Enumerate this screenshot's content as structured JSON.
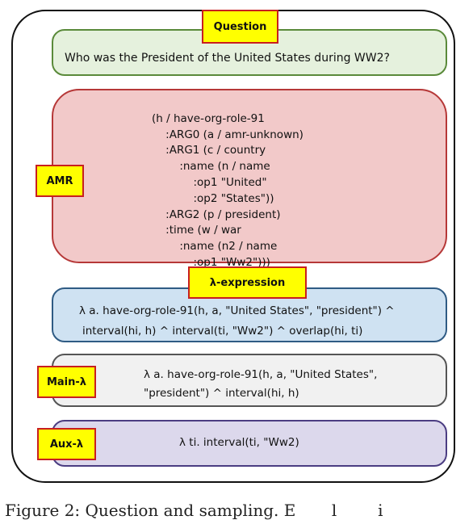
{
  "labels": {
    "question": "Question",
    "amr": "AMR",
    "lambda": "λ-expression",
    "main": "Main-λ",
    "aux": "Aux-λ"
  },
  "question": "Who was the President of the United States during WW2?",
  "amr_lines": [
    "(h / have-org-role-91",
    "    :ARG0 (a / amr-unknown)",
    "    :ARG1 (c / country",
    "        :name (n / name",
    "            :op1 \"United\"",
    "            :op2 \"States\"))",
    "    :ARG2 (p / president)",
    "    :time (w / war",
    "        :name (n2 / name",
    "            :op1 \"Ww2\")))"
  ],
  "lambda_lines": [
    "λ a. have-org-role-91(h, a, \"United States\", \"president\") ^",
    "interval(hi, h) ^ interval(ti, \"Ww2\") ^ overlap(hi, ti)"
  ],
  "main_lines": [
    "λ a. have-org-role-91(h, a, \"United States\",",
    "\"president\") ^ interval(hi, h)"
  ],
  "aux_text": "λ ti. interval(ti, \"Ww2)",
  "caption": "Figure 2: Question and sampling. E       l        i"
}
